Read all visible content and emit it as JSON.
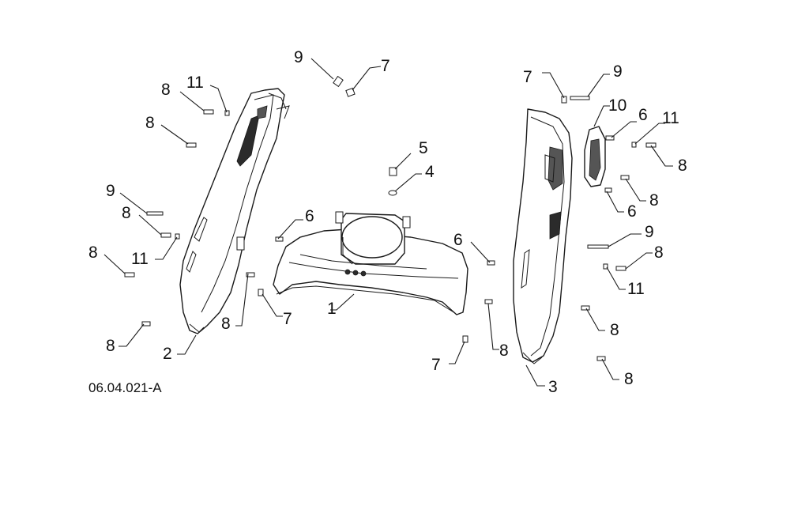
{
  "figure_reference": "06.04.021-A",
  "parts": [
    {
      "id": "1",
      "label": "1"
    },
    {
      "id": "2",
      "label": "2"
    },
    {
      "id": "3",
      "label": "3"
    },
    {
      "id": "4",
      "label": "4"
    },
    {
      "id": "5",
      "label": "5"
    },
    {
      "id": "6",
      "label": "6"
    },
    {
      "id": "7",
      "label": "7"
    },
    {
      "id": "8",
      "label": "8"
    },
    {
      "id": "9",
      "label": "9"
    },
    {
      "id": "10",
      "label": "10"
    },
    {
      "id": "11",
      "label": "11"
    }
  ],
  "colors": {
    "line": "#1a1a1a",
    "background": "#ffffff"
  }
}
